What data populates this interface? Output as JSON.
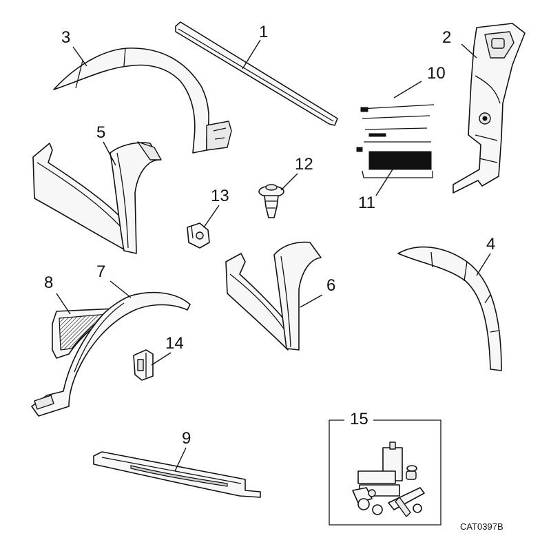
{
  "diagram": {
    "catalog_number": "CAT0397B",
    "callouts": [
      "1",
      "2",
      "3",
      "4",
      "5",
      "6",
      "7",
      "8",
      "9",
      "10",
      "11",
      "12",
      "13",
      "14",
      "15"
    ]
  }
}
